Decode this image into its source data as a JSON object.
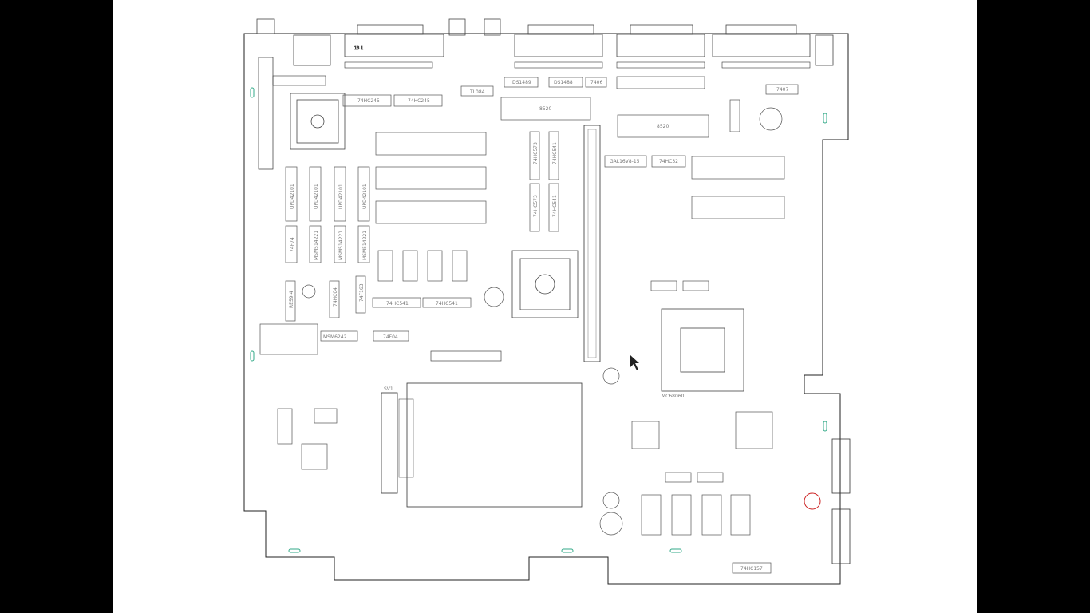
{
  "chips": {
    "hc245a": "74HC245",
    "hc245b": "74HC245",
    "ds1489": "DS1489",
    "ds1488": "DS1488",
    "c7406": "7406",
    "tl084": "TL084",
    "cia8520a": "8520",
    "cia8520b": "8520",
    "gal": "GAL16V8-15",
    "hc32": "74HC32",
    "c7407": "7407",
    "upd1": "UPD42101",
    "upd2": "UPD42101",
    "upd3": "UPD42101",
    "upd4": "UPD42101",
    "f74": "74F74",
    "msm1": "MSM514221",
    "msm2": "MSM514221",
    "msm3": "MSM514221",
    "hc573a": "74HC573",
    "hc541a": "74HC541",
    "hc573b": "74HC573",
    "hc541b": "74HC541",
    "hc541c": "74HC541",
    "hc541d": "74HC541",
    "res": "RES9-4",
    "hc04": "74HC04",
    "f163": "74F163",
    "msm6242": "MSM6242",
    "f04": "74F04",
    "mc68060": "MC68060",
    "hc157": "74HC157",
    "sv1": "SV1"
  }
}
